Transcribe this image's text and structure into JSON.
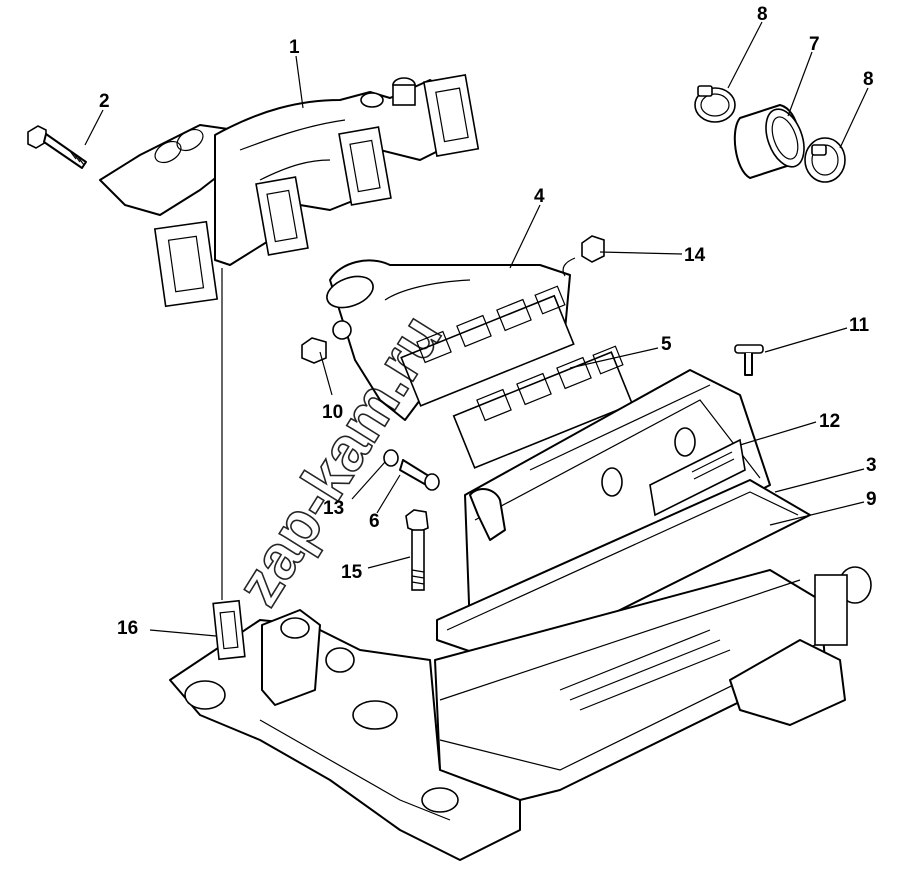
{
  "diagram": {
    "watermark_text": "zap-kam.ru",
    "callouts": [
      {
        "id": "1",
        "label": "1"
      },
      {
        "id": "2",
        "label": "2"
      },
      {
        "id": "3",
        "label": "3"
      },
      {
        "id": "4",
        "label": "4"
      },
      {
        "id": "5",
        "label": "5"
      },
      {
        "id": "6",
        "label": "6"
      },
      {
        "id": "7",
        "label": "7"
      },
      {
        "id": "8a",
        "label": "8"
      },
      {
        "id": "8b",
        "label": "8"
      },
      {
        "id": "9",
        "label": "9"
      },
      {
        "id": "10",
        "label": "10"
      },
      {
        "id": "11",
        "label": "11"
      },
      {
        "id": "12",
        "label": "12"
      },
      {
        "id": "13",
        "label": "13"
      },
      {
        "id": "14",
        "label": "14"
      },
      {
        "id": "15",
        "label": "15"
      },
      {
        "id": "16",
        "label": "16"
      }
    ]
  }
}
